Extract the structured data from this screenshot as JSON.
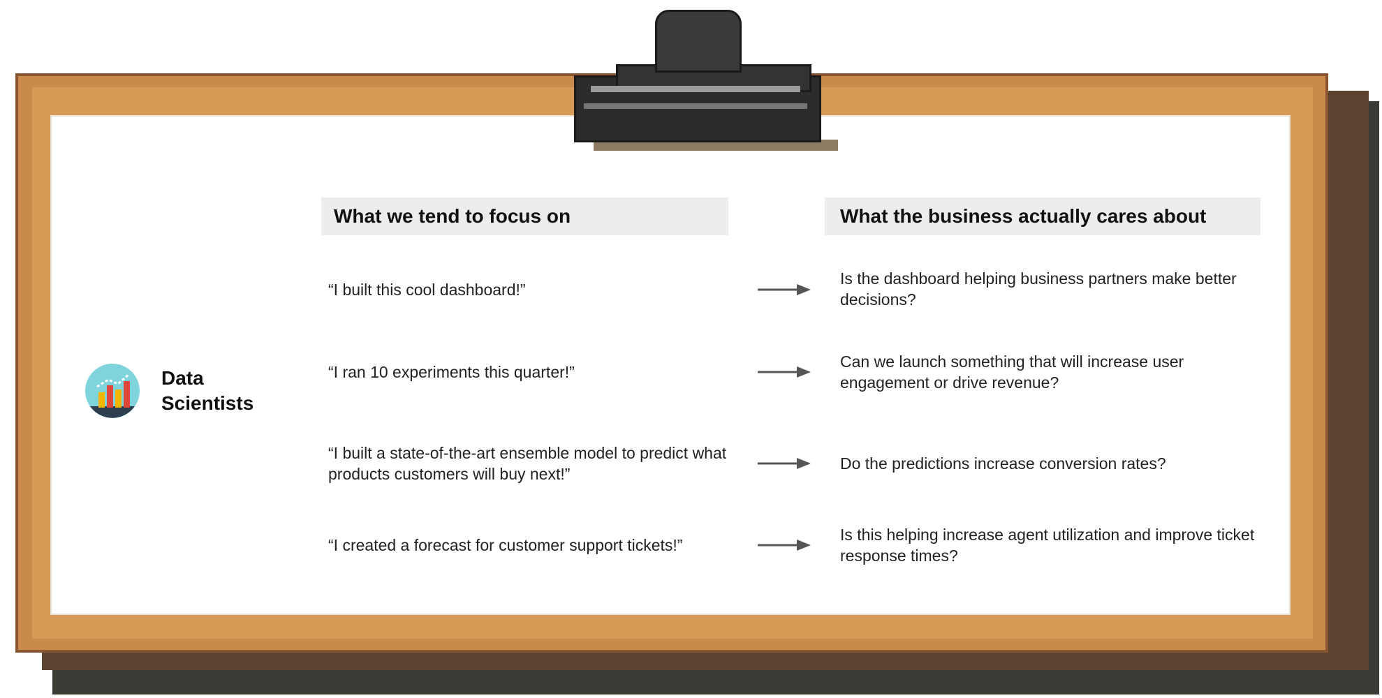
{
  "left_header": "What we tend to focus on",
  "right_header": "What the business actually cares about",
  "persona": {
    "line1": "Data",
    "line2": "Scientists",
    "icon": "bar-chart-icon"
  },
  "rows": [
    {
      "left": "“I built this cool dashboard!”",
      "right": "Is the dashboard helping business partners make better decisions?"
    },
    {
      "left": "“I ran 10 experiments this quarter!”",
      "right": "Can we launch something that will increase user engagement or drive revenue?"
    },
    {
      "left": "“I built a state-of-the-art ensemble model to predict what products customers will buy next!”",
      "right": "Do the predictions increase conversion rates?"
    },
    {
      "left": "“I created a forecast for customer support tickets!”",
      "right": "Is this helping increase agent utilization and improve ticket response times?"
    }
  ],
  "colors": {
    "frame": "#c98a4a",
    "header_bg": "#ededed",
    "arrow": "#555555"
  }
}
